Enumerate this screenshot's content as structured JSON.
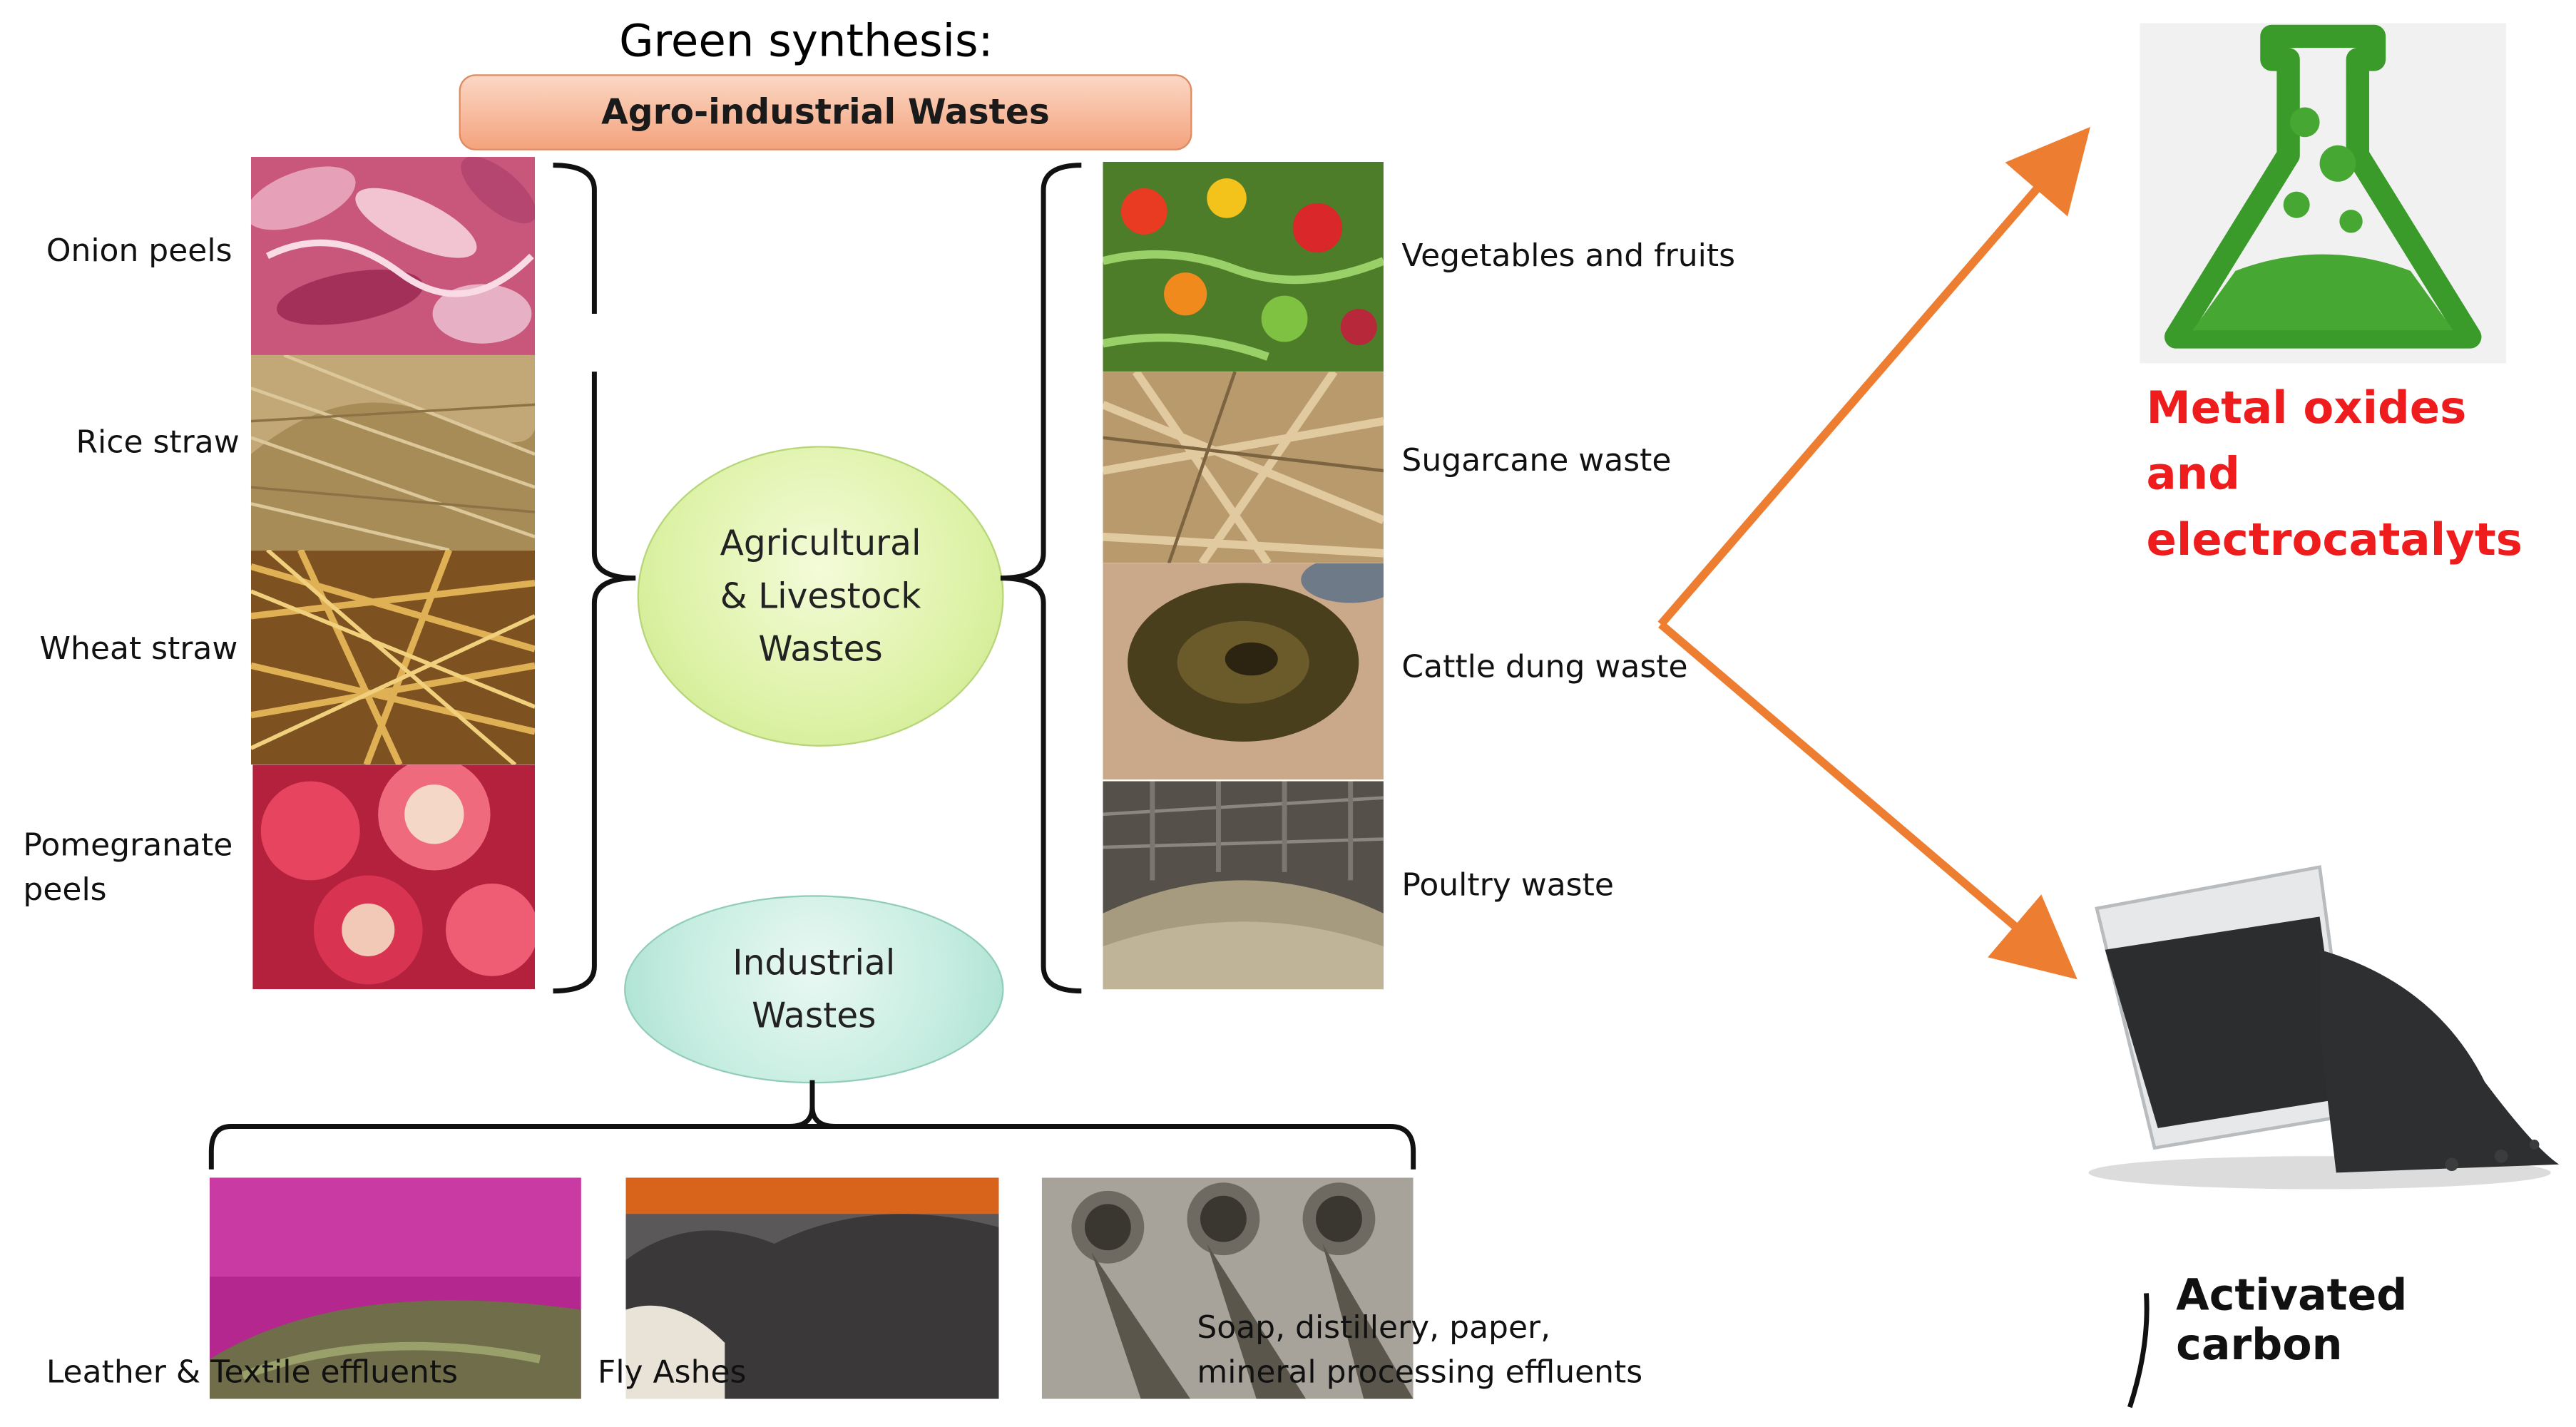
{
  "header": {
    "title": "Green synthesis:",
    "banner": "Agro-industrial Wastes"
  },
  "left_items": [
    {
      "label": "Onion peels"
    },
    {
      "label": "Rice straw"
    },
    {
      "label": "Wheat straw"
    },
    {
      "label": "Pomegranate peels"
    }
  ],
  "right_items": [
    {
      "label": "Vegetables and fruits"
    },
    {
      "label": "Sugarcane waste"
    },
    {
      "label": "Cattle dung waste"
    },
    {
      "label": "Poultry waste"
    }
  ],
  "center": {
    "agri_line1": "Agricultural",
    "agri_line2": "& Livestock",
    "agri_line3": "Wastes",
    "industrial_line1": "Industrial",
    "industrial_line2": "Wastes"
  },
  "bottom_items": [
    {
      "label": "Leather & Textile effluents"
    },
    {
      "label": "Fly Ashes"
    },
    {
      "label": "Soap, distillery, paper, mineral processing effluents"
    }
  ],
  "outputs": {
    "metal_oxides": "Metal oxides and electrocatalyts",
    "activated_carbon": "Activated carbon"
  },
  "colors": {
    "arrow": "#ed7d31",
    "highlight_text": "#ee1c1c",
    "agri_ellipse": "#ddf2a6",
    "industrial_ellipse": "#c6ede1",
    "banner": "#f6b08f"
  }
}
